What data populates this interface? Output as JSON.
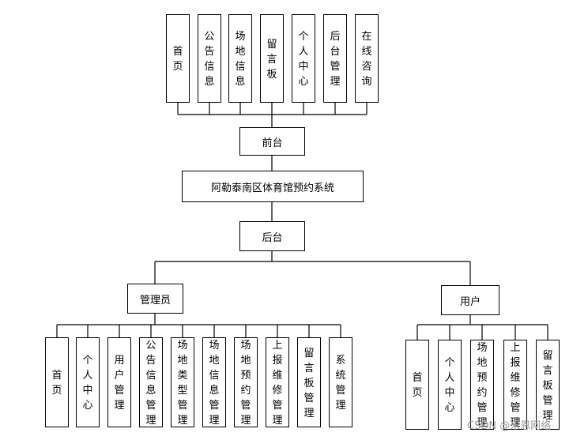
{
  "front": {
    "modules": [
      "首页",
      "公告信息",
      "场地信息",
      "留言板",
      "个人中心",
      "后台管理",
      "在线咨询"
    ],
    "label": "前台"
  },
  "system_name": "阿勒泰南区体育馆预约系统",
  "back": {
    "label": "后台"
  },
  "admin": {
    "label": "管理员",
    "modules": [
      "首页",
      "个人中心",
      "用户管理",
      "公告信息管理",
      "场地类型管理",
      "场地信息管理",
      "场地预约管理",
      "上报维修管理",
      "留言板管理",
      "系统管理"
    ]
  },
  "user": {
    "label": "用户",
    "modules": [
      "首页",
      "个人中心",
      "场地预约管理",
      "上报维修管理",
      "留言板管理"
    ]
  },
  "watermark": "CSDN @米恩网络"
}
